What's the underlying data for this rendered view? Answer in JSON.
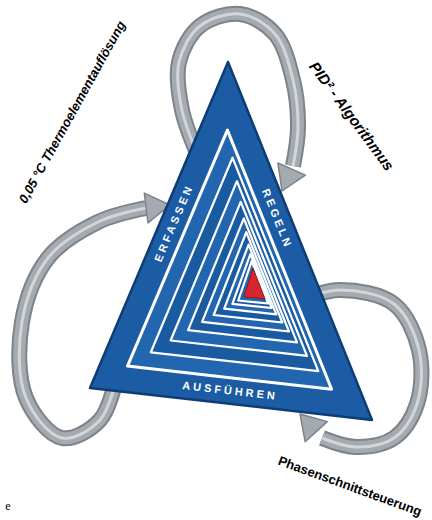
{
  "diagram": {
    "nodes": [
      {
        "text": [
          "ERFASSEN",
          "REGELN",
          "AUSFÜHREN"
        ]
      }
    ],
    "labels": [
      "0,05 °C Thermoelementauflösung",
      "PID² - Algorithmus",
      "Phasenschnittsteuerung",
      "e"
    ]
  }
}
